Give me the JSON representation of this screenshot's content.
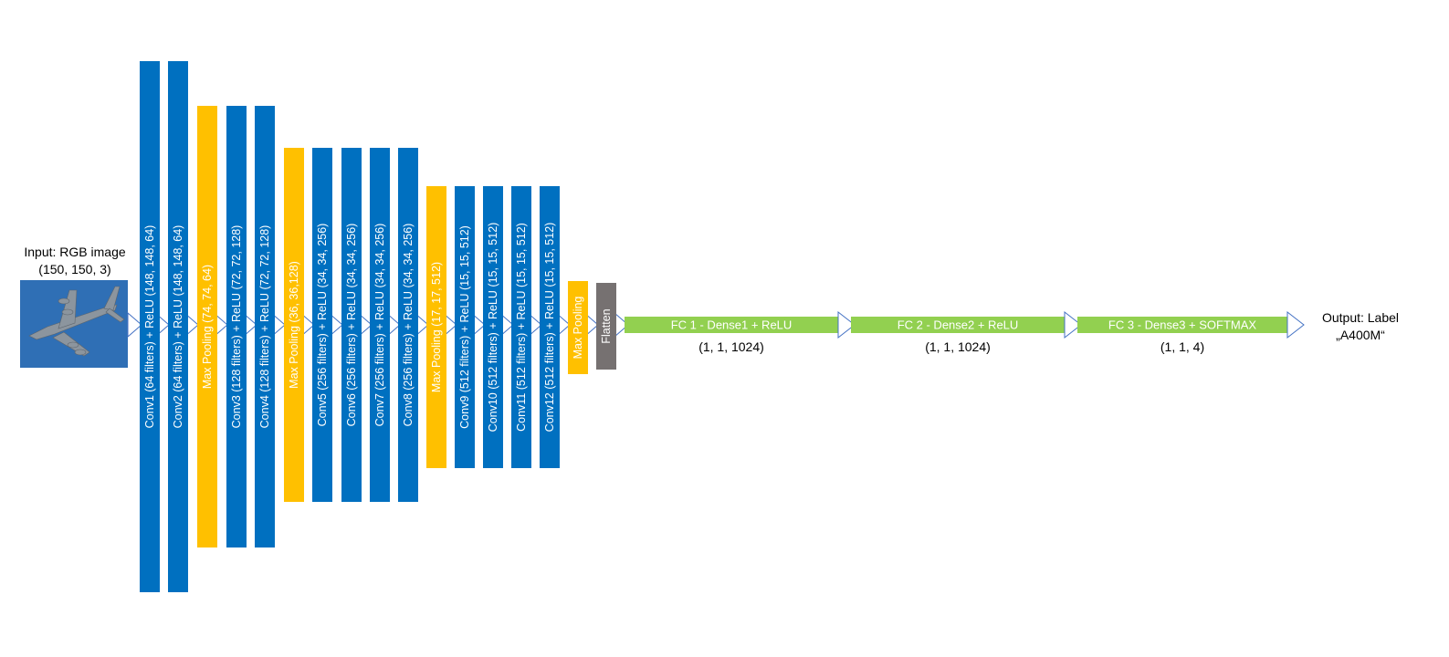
{
  "input": {
    "title": "Input:  RGB image",
    "dims": "(150, 150, 3)",
    "image_icon": "airplane-photo-icon"
  },
  "layers": [
    {
      "kind": "conv",
      "label": "Conv1 (64 filters) + ReLU (148, 148, 64)"
    },
    {
      "kind": "conv",
      "label": "Conv2 (64 filters) + ReLU (148, 148, 64)"
    },
    {
      "kind": "pool",
      "label": "Max Pooling (74, 74, 64)"
    },
    {
      "kind": "conv",
      "label": "Conv3 (128 filters) + ReLU (72, 72, 128)"
    },
    {
      "kind": "conv",
      "label": "Conv4 (128 filters) + ReLU (72, 72, 128)"
    },
    {
      "kind": "pool",
      "label": "Max Pooling (36, 36,128)"
    },
    {
      "kind": "conv",
      "label": "Conv5 (256 filters) + ReLU (34, 34, 256)"
    },
    {
      "kind": "conv",
      "label": "Conv6 (256 filters) + ReLU (34, 34, 256)"
    },
    {
      "kind": "conv",
      "label": "Conv7 (256 filters) + ReLU (34, 34, 256)"
    },
    {
      "kind": "conv",
      "label": "Conv8 (256 filters) + ReLU (34, 34, 256)"
    },
    {
      "kind": "pool",
      "label": "Max Pooling (17, 17, 512)"
    },
    {
      "kind": "conv",
      "label": "Conv9 (512 filters) + ReLU (15, 15, 512)"
    },
    {
      "kind": "conv",
      "label": "Conv10 (512 filters) + ReLU (15, 15, 512)"
    },
    {
      "kind": "conv",
      "label": "Conv11 (512 filters) + ReLU (15, 15, 512)"
    },
    {
      "kind": "conv",
      "label": "Conv12 (512 filters) + ReLU (15, 15, 512)"
    },
    {
      "kind": "pool",
      "label": "Max Pooling"
    },
    {
      "kind": "flatten",
      "label": "Flatten"
    }
  ],
  "fc_layers": [
    {
      "label": "FC 1  -  Dense1 + ReLU",
      "dims": "(1, 1, 1024)"
    },
    {
      "label": "FC 2  -  Dense2 + ReLU",
      "dims": "(1, 1, 1024)"
    },
    {
      "label": "FC 3  -  Dense3 + SOFTMAX",
      "dims": "(1, 1, 4)"
    }
  ],
  "output": {
    "title": "Output:  Label",
    "value": "„A400M“"
  },
  "colors": {
    "conv": "#0070C0",
    "pool": "#FFC000",
    "flatten": "#767171",
    "fc": "#92D050",
    "arrow_stroke": "#4472C4",
    "sky": "#2F6FB5",
    "plane": "#8C959E"
  }
}
